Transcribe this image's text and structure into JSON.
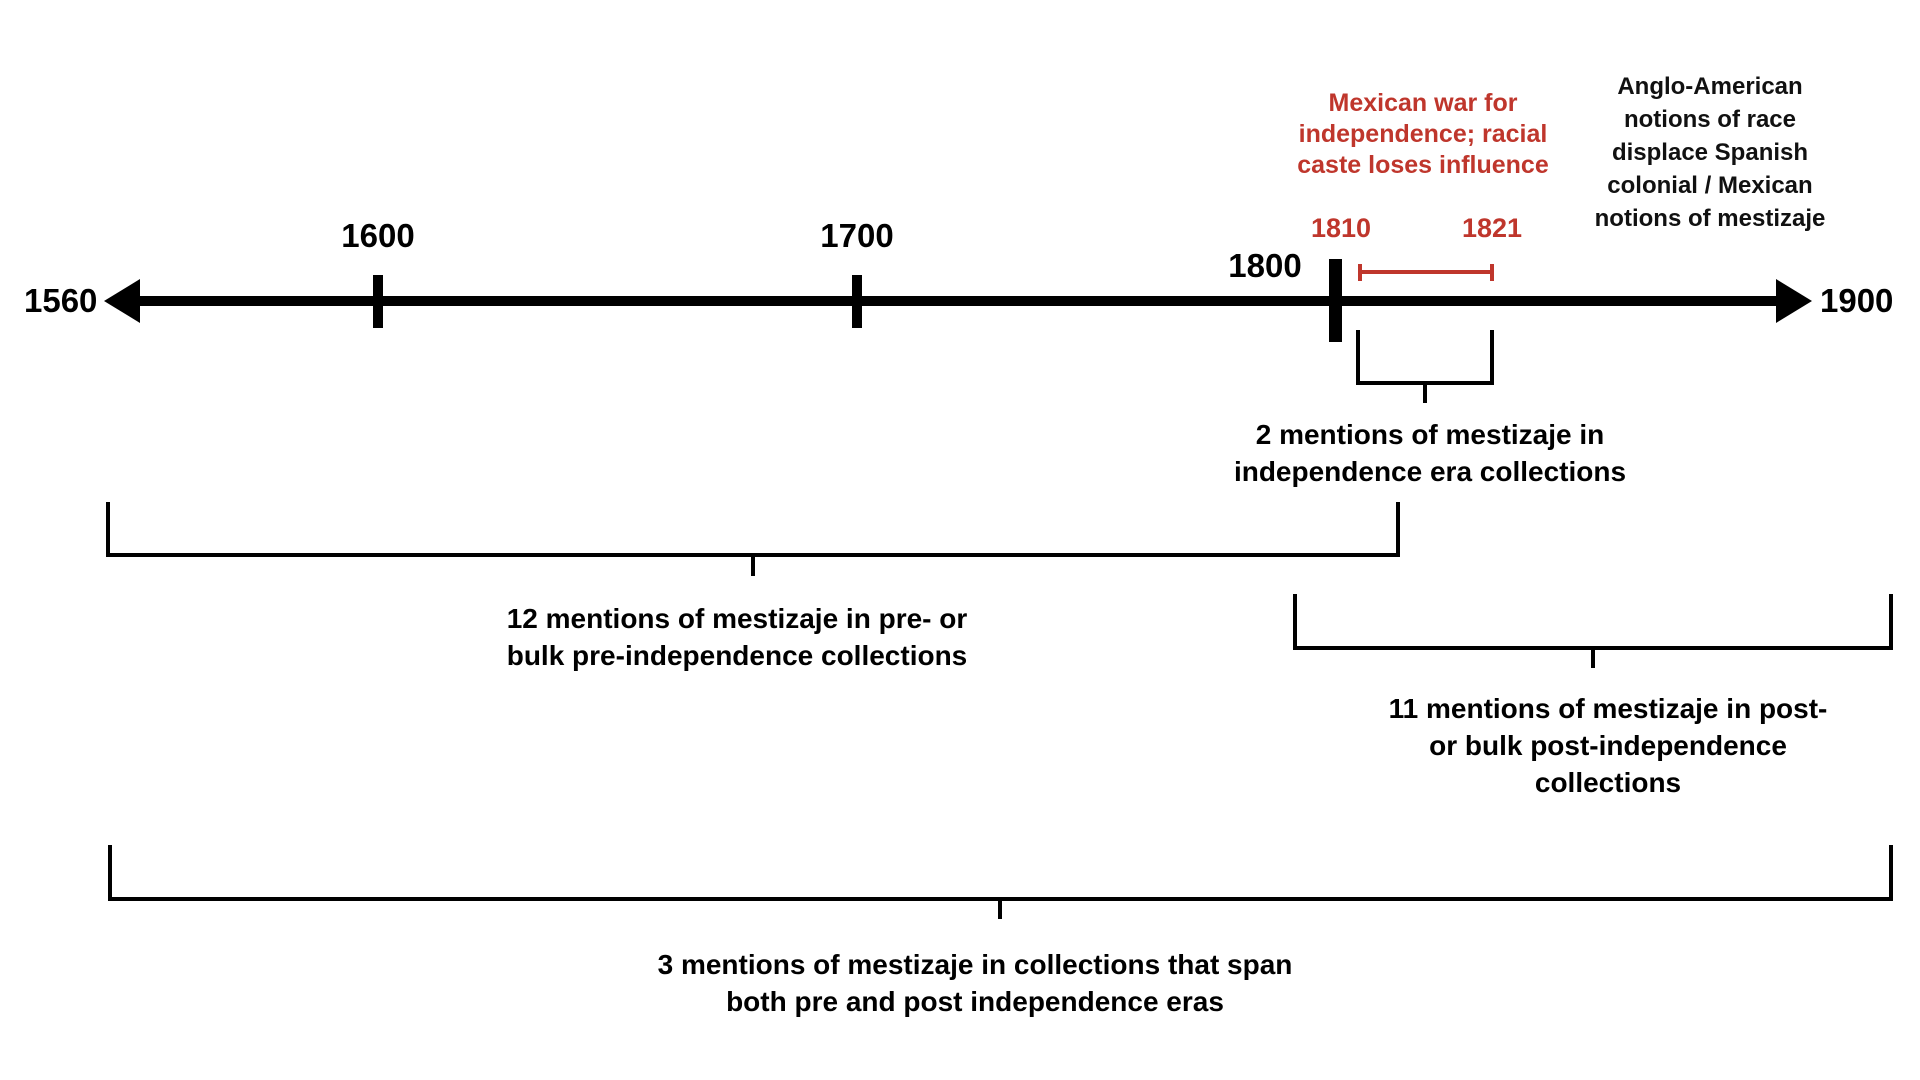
{
  "colors": {
    "black": "#000000",
    "red": "#bf362c"
  },
  "timeline": {
    "start_label": "1560",
    "end_label": "1900",
    "tick_labels": [
      "1600",
      "1700",
      "1800"
    ]
  },
  "independence_note": {
    "lines": [
      "Mexican war for",
      "independence; racial",
      "caste loses influence"
    ],
    "start_year": "1810",
    "end_year": "1821"
  },
  "anglo_note": {
    "lines": [
      "Anglo-American",
      "notions of race",
      "displace Spanish",
      "colonial / Mexican",
      "notions of mestizaje"
    ]
  },
  "annotations": {
    "independence_era": {
      "lines": [
        "2 mentions of mestizaje in",
        "independence era collections"
      ]
    },
    "pre_independence": {
      "lines": [
        "12 mentions of mestizaje in pre- or",
        "bulk pre-independence collections"
      ]
    },
    "post_independence": {
      "lines": [
        "11 mentions of mestizaje in post-",
        "or bulk post-independence",
        "collections"
      ]
    },
    "span_both": {
      "lines": [
        "3 mentions of mestizaje in collections that span",
        "both pre and post independence eras"
      ]
    }
  }
}
